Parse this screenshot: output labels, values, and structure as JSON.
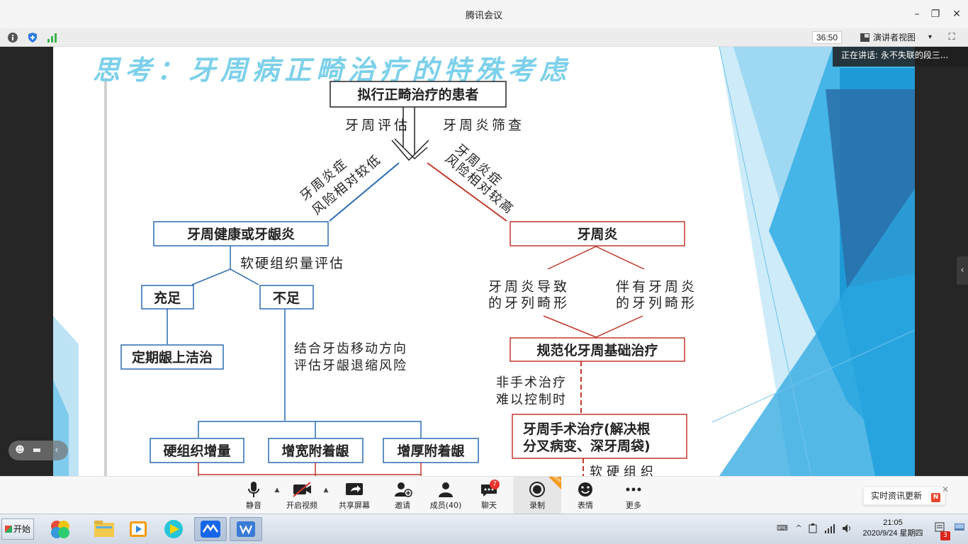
{
  "window": {
    "title": "腾讯会议",
    "minimize": "–",
    "restore": "❐",
    "close": "✕"
  },
  "infobar": {
    "timer": "36:50",
    "view_label": "演讲者视图",
    "view_caret": "▾",
    "fullscreen": "⛶"
  },
  "speaking": {
    "text": "正在讲话: 永不失联的段三..."
  },
  "slide": {
    "heading": "思考：牙周病正畸治疗的特殊考虑",
    "boxes": {
      "root": "拟行正畸治疗的患者",
      "healthy": "牙周健康或牙龈炎",
      "perio": "牙周炎",
      "sufficient": "充足",
      "insufficient": "不足",
      "scaling": "定期龈上洁治",
      "basic_therapy": "规范化牙周基础治疗",
      "surgery_line1": "牙周手术治疗(解决根",
      "surgery_line2": "分叉病变、深牙周袋)",
      "hard_tissue": "硬组织增量",
      "widen_gingiva": "增宽附着龈",
      "thicken_gingiva": "增厚附着龈"
    },
    "labels": {
      "perio_eval": "牙周评估",
      "perio_screen": "牙周炎筛查",
      "low_risk_1": "牙周炎症",
      "low_risk_2": "风险相对较低",
      "high_risk_1": "牙周炎症",
      "high_risk_2": "风险相对较高",
      "soft_hard_eval": "软硬组织量评估",
      "move_dir_1": "结合牙齿移动方向",
      "move_dir_2": "评估牙龈退缩风险",
      "caused_1": "牙周炎导致",
      "caused_2": "的牙列畸形",
      "with_1": "伴有牙周炎",
      "with_2": "的牙列畸形",
      "non_surgical_1": "非手术治疗",
      "non_surgical_2": "难以控制时",
      "soft_hard_cut": "软硬组织"
    }
  },
  "float_pill": {
    "emoji_icon": "☻",
    "chat_icon": "▬",
    "collapse_icon": "‹"
  },
  "side_handle": "‹",
  "toolbar": {
    "mute": "静音",
    "video": "开启视频",
    "share": "共享屏幕",
    "invite": "邀请",
    "members": "成员(40)",
    "chat": "聊天",
    "chat_badge": "7",
    "record": "录制",
    "record_tag": "NEW",
    "reactions": "表情",
    "more": "更多",
    "caret": "▲",
    "notify": "实时资讯更新",
    "notify_badge": "N",
    "notify_close": "✕"
  },
  "taskbar": {
    "start": "开始",
    "time": "21:05",
    "date": "2020/9/24 星期四",
    "tray_badge": "3",
    "tray_caret": "^"
  },
  "colors": {
    "accent_blue": "#2b6cb0",
    "perio_red": "#c0392b",
    "heading": "#7dd0ea",
    "slide_blue": "#1e9bd7"
  }
}
